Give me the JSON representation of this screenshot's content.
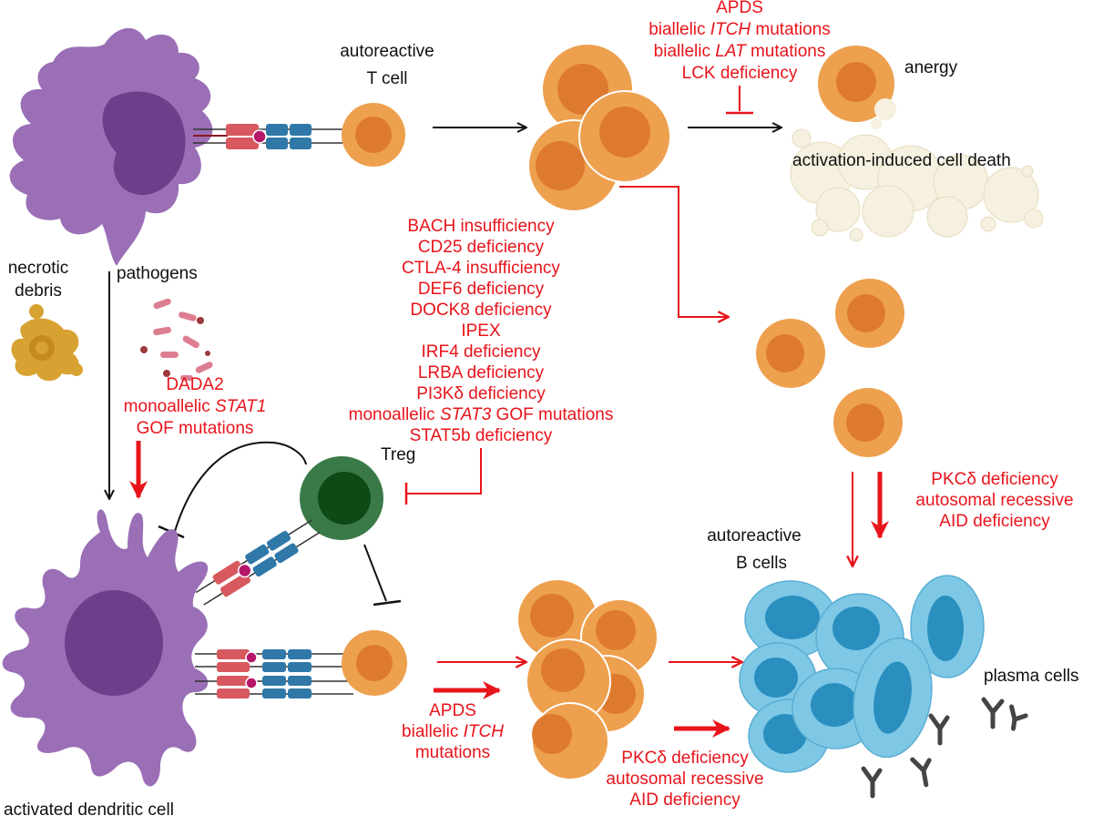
{
  "cells": {
    "autoreactive_t_cell": [
      "autoreactive",
      "T cell"
    ],
    "anergy": "anergy",
    "aicd": "activation-induced cell death",
    "necrotic_debris": [
      "necrotic",
      "debris"
    ],
    "pathogens": "pathogens",
    "treg": "Treg",
    "autoreactive_b_cells": [
      "autoreactive",
      "B cells"
    ],
    "plasma_cells": "plasma cells",
    "activated_dc": "activated dendritic cell"
  },
  "defects": {
    "anergy_block": [
      {
        "text": "APDS"
      },
      {
        "pre": "biallelic ",
        "it": "ITCH",
        "post": " mutations"
      },
      {
        "pre": "biallelic ",
        "it": "LAT",
        "post": " mutations"
      },
      {
        "text": "LCK deficiency"
      }
    ],
    "treg_defects": [
      {
        "text": "BACH insufficiency"
      },
      {
        "text": "CD25 deficiency"
      },
      {
        "text": "CTLA-4 insufficiency"
      },
      {
        "text": "DEF6 deficiency"
      },
      {
        "text": "DOCK8 deficiency"
      },
      {
        "text": "IPEX"
      },
      {
        "text": "IRF4 deficiency"
      },
      {
        "text": "LRBA deficiency"
      },
      {
        "text": "PI3Kδ deficiency"
      },
      {
        "pre": "monoallelic ",
        "it": "STAT3",
        "post": " GOF mutations"
      },
      {
        "text": "STAT5b deficiency"
      }
    ],
    "dc_activation": [
      {
        "text": "DADA2"
      },
      {
        "pre": "monoallelic ",
        "it": "STAT1",
        "post": ""
      },
      {
        "text": "GOF mutations"
      }
    ],
    "b_cell_right": [
      {
        "text": "PKCδ deficiency"
      },
      {
        "text": "autosomal recessive"
      },
      {
        "text": "AID deficiency"
      }
    ],
    "t_expansion": [
      {
        "text": "APDS"
      },
      {
        "pre": "biallelic ",
        "it": "ITCH",
        "post": ""
      },
      {
        "text": "mutations"
      }
    ],
    "b_cell_bottom": [
      {
        "text": "PKCδ deficiency"
      },
      {
        "text": "autosomal recessive"
      },
      {
        "text": "AID deficiency"
      }
    ]
  },
  "colors": {
    "defect_text": "#e8141b",
    "label_text": "#111111",
    "dendritic_cell": "#9a6fb6",
    "dc_nucleus": "#6d3f8a",
    "t_cell": "#eda04e",
    "t_cell_nucleus": "#de7a30",
    "treg": "#3a7a48",
    "b_cell": "#7ec8e6",
    "b_cell_nucleus": "#2a8fbf",
    "mhc": "#d7595f",
    "tcr": "#2f78a8",
    "debris": "#d8a232",
    "dying_cell": "#f5f0df"
  }
}
